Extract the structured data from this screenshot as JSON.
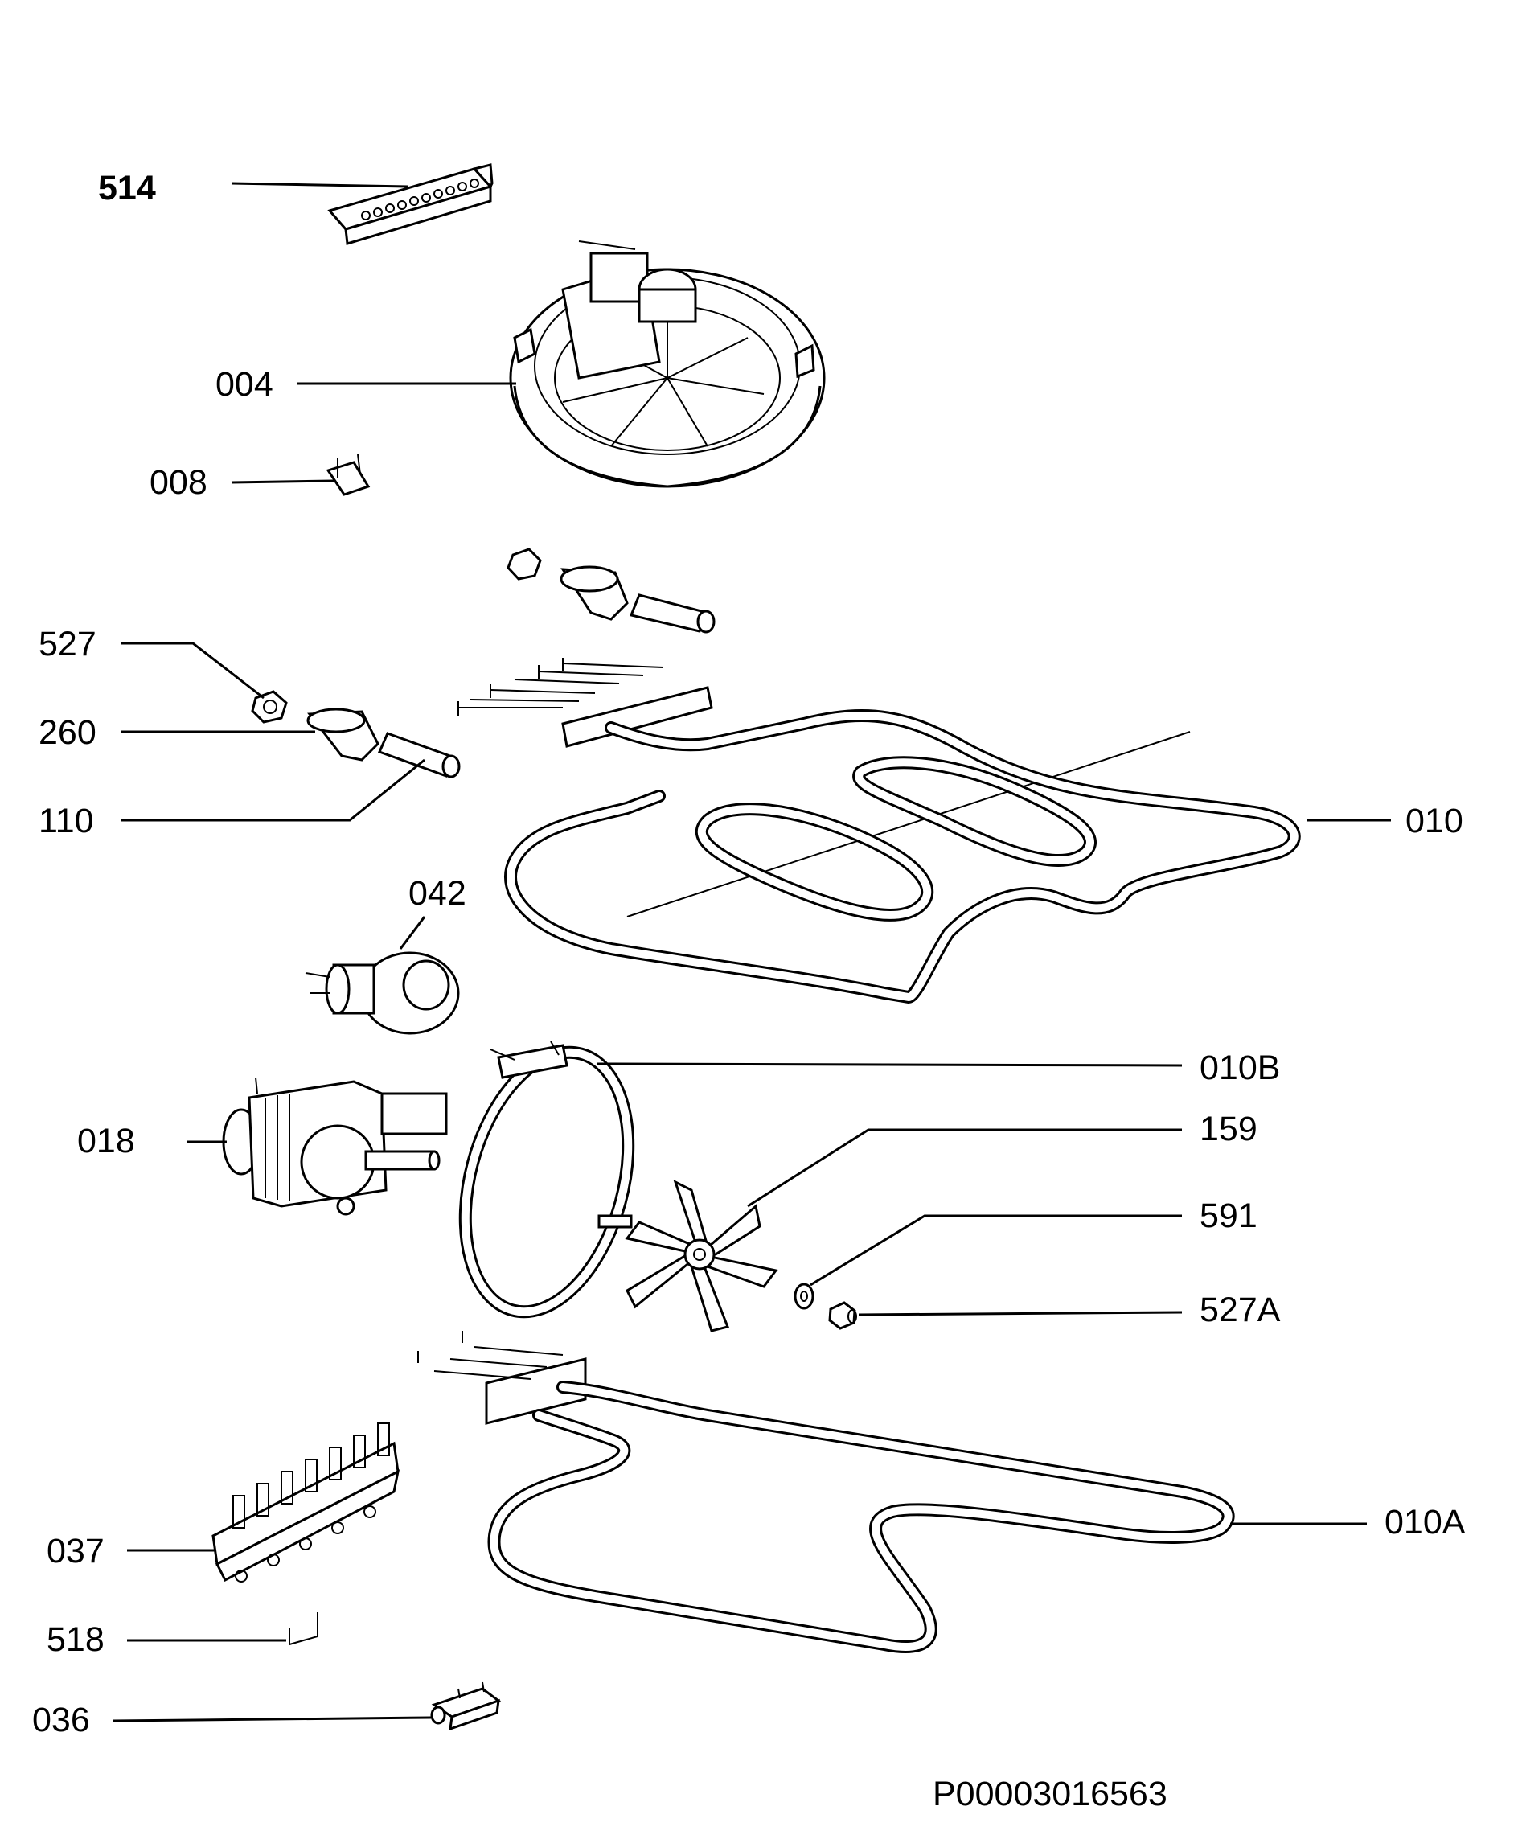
{
  "labels": {
    "p514": "514",
    "p004": "004",
    "p008": "008",
    "p527": "527",
    "p260": "260",
    "p110": "110",
    "p010": "010",
    "p042": "042",
    "p010B": "010B",
    "p159": "159",
    "p018": "018",
    "p591": "591",
    "p527A": "527A",
    "p037": "037",
    "p010A": "010A",
    "p518": "518",
    "p036": "036"
  },
  "drawing_number": "P00003016563",
  "colors": {
    "line": "#000000",
    "background": "#ffffff"
  }
}
